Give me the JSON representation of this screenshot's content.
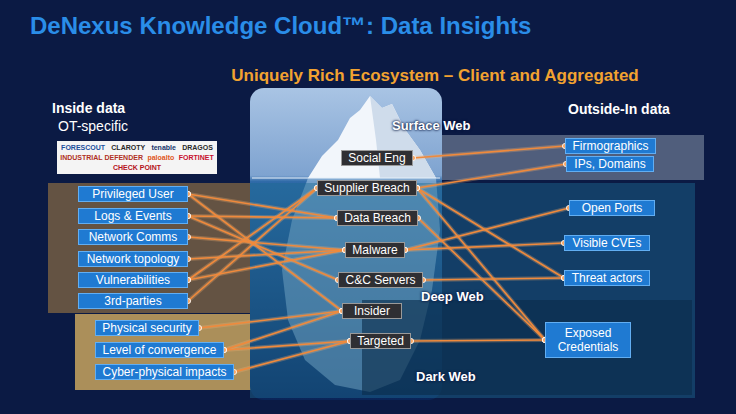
{
  "diagram": {
    "title": "DeNexus Knowledge Cloud™: Data Insights",
    "nodes": [
      {
        "text": [
          "FORESCOUT",
          "CLAROTY",
          "tenable",
          "DRAGOS",
          "INDUSTRIAL DEFENDER",
          "paloalto",
          "FORTINET",
          "CHECK POINT"
        ]
      },
      {
        "text": [
          "Privileged User"
        ]
      },
      {
        "text": [
          "Logs & Events"
        ]
      },
      {
        "text": [
          "Network Comms"
        ]
      },
      {
        "text": [
          "Network topology"
        ]
      },
      {
        "text": [
          "Vulnerabilities"
        ]
      },
      {
        "text": [
          "3rd-parties"
        ]
      },
      {
        "text": [
          "Physical security"
        ]
      },
      {
        "text": [
          "Level of convergence"
        ]
      },
      {
        "text": [
          "Cyber-physical impacts"
        ]
      },
      {
        "text": [
          "Social Eng"
        ]
      },
      {
        "text": [
          "Supplier Breach"
        ]
      },
      {
        "text": [
          "Data Breach"
        ]
      },
      {
        "text": [
          "Malware"
        ]
      },
      {
        "text": [
          "C&C Servers"
        ]
      },
      {
        "text": [
          "Insider"
        ]
      },
      {
        "text": [
          "Targeted"
        ]
      },
      {
        "text": [
          "Firmographics"
        ]
      },
      {
        "text": [
          "IPs, Domains"
        ]
      },
      {
        "text": [
          "Open Ports"
        ]
      },
      {
        "text": [
          "Visible CVEs"
        ]
      },
      {
        "text": [
          "Threat actors"
        ]
      },
      {
        "text": [
          "Exposed Credentials"
        ]
      }
    ],
    "edges": [
      {
        "from": 1,
        "to": 12,
        "arrow": "none"
      },
      {
        "from": 1,
        "to": 15,
        "arrow": "none"
      },
      {
        "from": 2,
        "to": 12,
        "arrow": "none"
      },
      {
        "from": 2,
        "to": 14,
        "arrow": "none"
      },
      {
        "from": 3,
        "to": 13,
        "arrow": "none"
      },
      {
        "from": 4,
        "to": 13,
        "arrow": "none"
      },
      {
        "from": 5,
        "to": 11,
        "arrow": "none"
      },
      {
        "from": 5,
        "to": 13,
        "arrow": "none"
      },
      {
        "from": 6,
        "to": 11,
        "arrow": "none"
      },
      {
        "from": 7,
        "to": 15,
        "arrow": "none"
      },
      {
        "from": 8,
        "to": 15,
        "arrow": "none"
      },
      {
        "from": 8,
        "to": 16,
        "arrow": "none"
      },
      {
        "from": 9,
        "to": 16,
        "arrow": "none"
      },
      {
        "from": 10,
        "to": 17,
        "arrow": "none"
      },
      {
        "from": 11,
        "to": 18,
        "arrow": "none"
      },
      {
        "from": 11,
        "to": 21,
        "arrow": "none"
      },
      {
        "from": 11,
        "to": 22,
        "arrow": "none"
      },
      {
        "from": 12,
        "to": 22,
        "arrow": "none"
      },
      {
        "from": 13,
        "to": 19,
        "arrow": "none"
      },
      {
        "from": 13,
        "to": 20,
        "arrow": "none"
      },
      {
        "from": 14,
        "to": 21,
        "arrow": "none"
      },
      {
        "from": 16,
        "to": 22,
        "arrow": "none"
      }
    ],
    "labels": [
      "Uniquely Rich Ecosystem – Client and Aggregated",
      "Inside data",
      "OT-specific",
      "Outside-In data",
      "Surface Web",
      "Deep Web",
      "Dark Web"
    ]
  }
}
